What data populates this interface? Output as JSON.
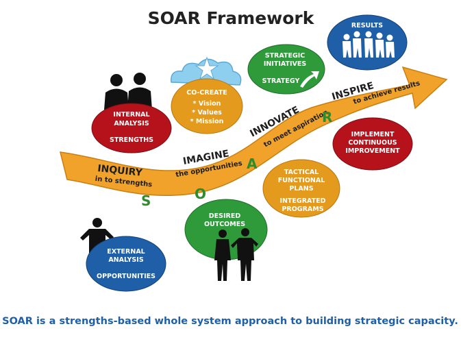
{
  "title": "SOAR Framework",
  "footer": "SOAR is a strengths-based whole system approach to building strategic capacity.",
  "colors": {
    "red": "#b5121b",
    "orange": "#e49a1c",
    "green": "#2f9a3a",
    "blue": "#1f5fa8",
    "arrow": "#f0a22a"
  },
  "ovals": {
    "internal": {
      "line1": "INTERNAL",
      "line2": "ANALYSIS",
      "line3": "STRENGTHS"
    },
    "cocreate": {
      "heading": "CO-CREATE",
      "item1": "* Vision",
      "item2": "* Values",
      "item3": "* Mission"
    },
    "initiatives": {
      "line1": "STRATEGIC",
      "line2": "INITIATIVES",
      "line3": "STRATEGY"
    },
    "results": {
      "line1": "RESULTS"
    },
    "implement": {
      "line1": "IMPLEMENT",
      "line2": "CONTINUOUS",
      "line3": "IMPROVEMENT"
    },
    "tactical": {
      "line1": "TACTICAL",
      "line2": "FUNCTIONAL",
      "line3": "PLANS",
      "line4": "INTEGRATED",
      "line5": "PROGRAMS"
    },
    "desired": {
      "line1": "DESIRED",
      "line2": "OUTCOMES"
    },
    "external": {
      "line1": "EXTERNAL",
      "line2": "ANALYSIS",
      "line3": "OPPORTUNITIES"
    }
  },
  "stages": {
    "inquiry": {
      "main": "INQUIRY",
      "sub": "in to strengths",
      "letter": "S"
    },
    "imagine": {
      "main": "IMAGINE",
      "sub": "the opportunities",
      "letter": "O"
    },
    "innovate": {
      "main": "INNOVATE",
      "sub": "to meet aspiration",
      "letter": "A"
    },
    "inspire": {
      "main": "INSPIRE",
      "sub": "to achieve results",
      "letter": "R"
    }
  }
}
